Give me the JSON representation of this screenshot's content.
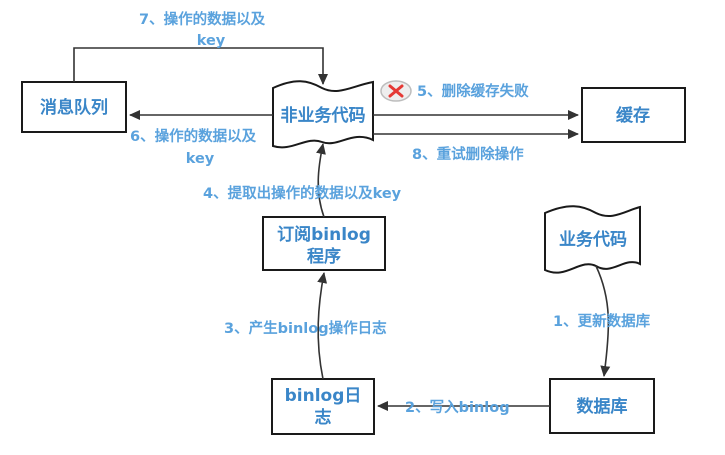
{
  "nodes": {
    "message_queue": "消息队列",
    "non_business_code": "非业务代码",
    "cache": "缓存",
    "binlog_subscriber_line1": "订阅binlog",
    "binlog_subscriber_line2": "程序",
    "business_code": "业务代码",
    "database": "数据库",
    "binlog_log_line1": "binlog日",
    "binlog_log_line2": "志"
  },
  "edges": {
    "step1": "1、更新数据库",
    "step2": "2、写入binlog",
    "step3": "3、产生binlog操作日志",
    "step4": "4、提取出操作的数据以及key",
    "step5": "5、删除缓存失败",
    "step6_line1": "6、操作的数据以及",
    "step6_line2": "key",
    "step7_line1": "7、操作的数据以及",
    "step7_line2": "key",
    "step8": "8、重试删除操作"
  },
  "icons": {
    "failure": "fail-x-icon"
  },
  "colors": {
    "text": "#3a86c8",
    "label": "#5aa2dd",
    "failure": "#e53935"
  }
}
